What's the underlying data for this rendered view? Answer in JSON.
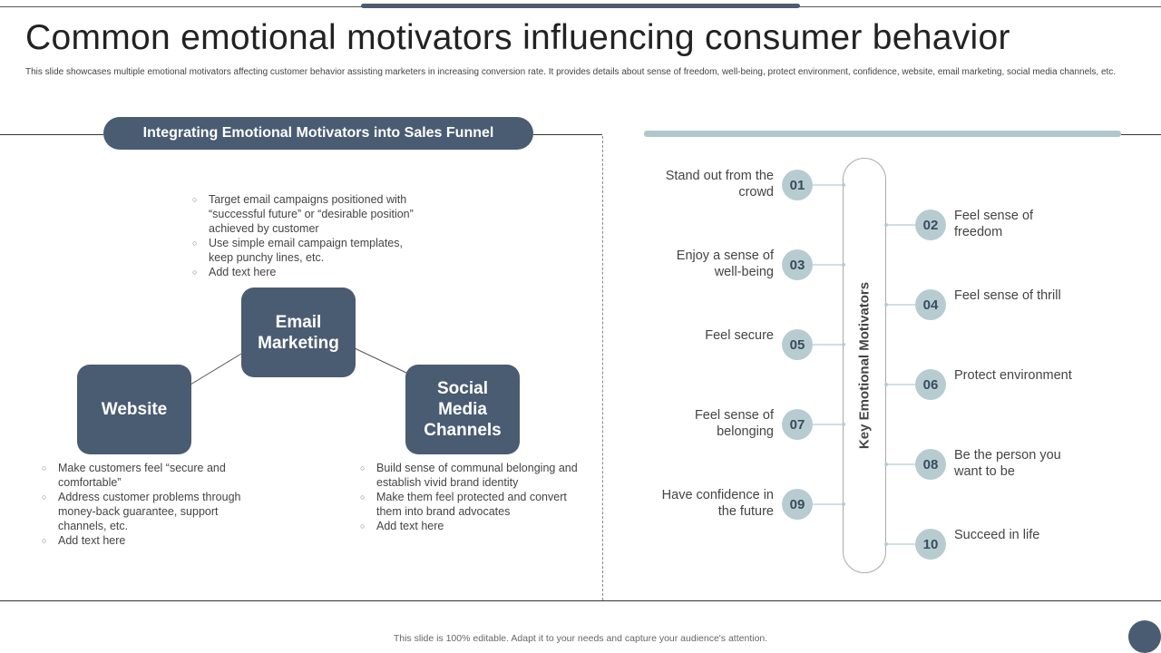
{
  "slide": {
    "title": "Common emotional motivators influencing consumer behavior",
    "subtitle": "This slide showcases multiple emotional motivators affecting customer behavior assisting marketers in increasing conversion rate. It provides details about sense of freedom, well-being, protect environment, confidence, website, email marketing, social media channels, etc.",
    "footer": "This slide is 100% editable. Adapt it to your needs and capture your audience's attention."
  },
  "funnel": {
    "heading": "Integrating Emotional Motivators into Sales Funnel",
    "email": {
      "label": "Email Marketing",
      "bullets": [
        "Target email campaigns positioned with “successful future” or “desirable position” achieved by customer",
        "Use simple email campaign templates, keep punchy lines, etc.",
        "Add text here"
      ]
    },
    "website": {
      "label": "Website",
      "bullets": [
        "Make customers feel “secure and comfortable”",
        "Address customer problems through money-back guarantee, support channels, etc.",
        "Add text here"
      ]
    },
    "social": {
      "label": "Social Media Channels",
      "bullets": [
        "Build sense of communal belonging and establish vivid brand identity",
        "Make them feel protected and convert them into brand advocates",
        "Add text here"
      ]
    }
  },
  "motivators": {
    "axis_label": "Key Emotional Motivators",
    "items": [
      {
        "num": "01",
        "label": "Stand out from the crowd",
        "side": "left"
      },
      {
        "num": "02",
        "label": "Feel sense of freedom",
        "side": "right"
      },
      {
        "num": "03",
        "label": "Enjoy a sense of well-being",
        "side": "left"
      },
      {
        "num": "04",
        "label": "Feel sense of thrill",
        "side": "right"
      },
      {
        "num": "05",
        "label": "Feel secure",
        "side": "left"
      },
      {
        "num": "06",
        "label": "Protect environment",
        "side": "right"
      },
      {
        "num": "07",
        "label": "Feel sense of belonging",
        "side": "left"
      },
      {
        "num": "08",
        "label": "Be the person you want to be",
        "side": "right"
      },
      {
        "num": "09",
        "label": "Have confidence in the future",
        "side": "left"
      },
      {
        "num": "10",
        "label": "Succeed in life",
        "side": "right"
      }
    ]
  },
  "colors": {
    "navy": "#4a5c72",
    "circle": "#b7ccd1",
    "accent_bar": "#b0c8cc"
  }
}
